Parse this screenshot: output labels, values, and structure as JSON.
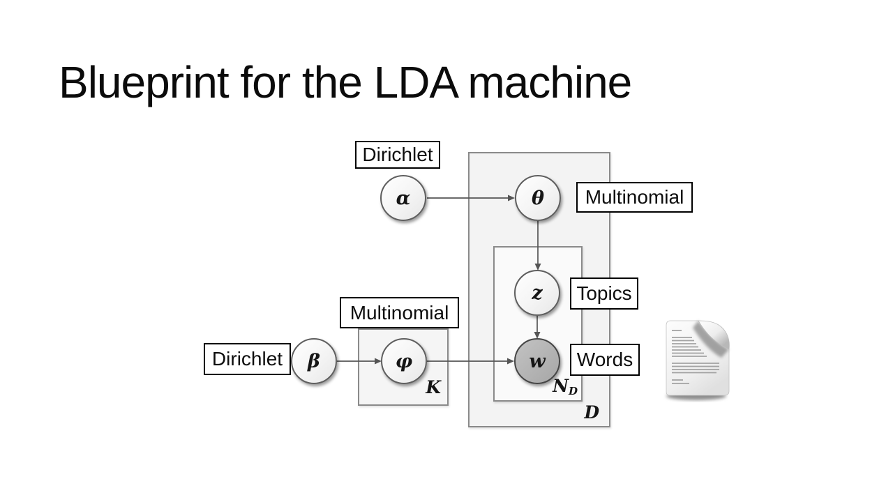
{
  "title": "Blueprint for the LDA machine",
  "diagram": {
    "nodes": {
      "alpha": {
        "symbol": "α"
      },
      "theta": {
        "symbol": "θ"
      },
      "z": {
        "symbol": "z"
      },
      "w": {
        "symbol": "w",
        "observed": true
      },
      "beta": {
        "symbol": "β"
      },
      "phi": {
        "symbol": "φ"
      }
    },
    "plates": {
      "K": {
        "label": "K"
      },
      "ND": {
        "label": "N",
        "subscript": "D"
      },
      "D": {
        "label": "D"
      }
    },
    "callouts": {
      "dirichlet_top": "Dirichlet",
      "multinomial_theta": "Multinomial",
      "topics": "Topics",
      "words": "Words",
      "multinomial_phi": "Multinomial",
      "dirichlet_beta": "Dirichlet"
    },
    "icons": {
      "document": "document-icon"
    },
    "colors": {
      "plate_border": "#8a8a8a",
      "plate_fill": "#f3f3f3",
      "node_border": "#5e5e5e",
      "node_fill": "#f4f4f4",
      "observed_node_fill": "#b2b2b2",
      "arrow": "#555555",
      "callout_border": "#000000",
      "callout_fill": "#ffffff",
      "title_color": "#0b0b0b"
    }
  }
}
